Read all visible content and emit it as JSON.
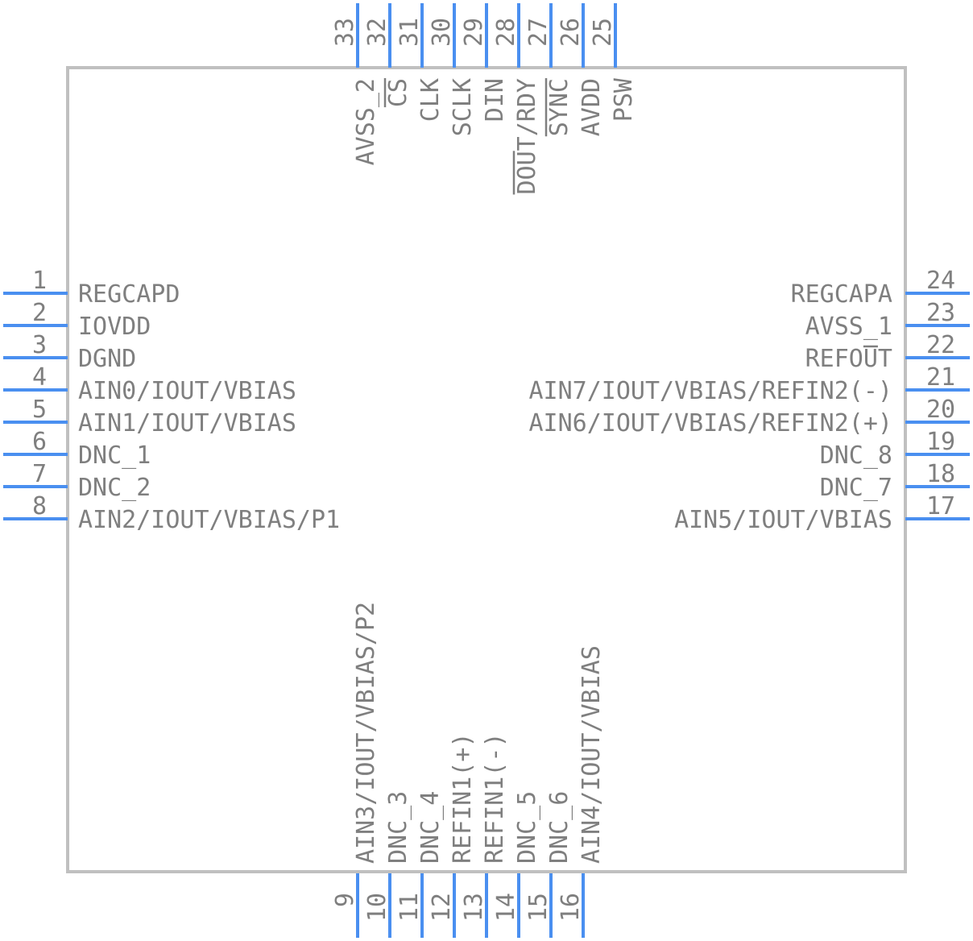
{
  "colors": {
    "pin": "#4a8ff0",
    "body": "#c0c0c0",
    "text": "#7f7f7f"
  },
  "pins": {
    "left": [
      {
        "num": "1",
        "name": "REGCAPD"
      },
      {
        "num": "2",
        "name": "IOVDD"
      },
      {
        "num": "3",
        "name": "DGND"
      },
      {
        "num": "4",
        "name": "AIN0/IOUT/VBIAS"
      },
      {
        "num": "5",
        "name": "AIN1/IOUT/VBIAS"
      },
      {
        "num": "6",
        "name": "DNC_1"
      },
      {
        "num": "7",
        "name": "DNC_2"
      },
      {
        "num": "8",
        "name": "AIN2/IOUT/VBIAS/P1"
      }
    ],
    "right": [
      {
        "num": "24",
        "name": "REGCAPA"
      },
      {
        "num": "23",
        "name": "AVSS_1"
      },
      {
        "num": "22",
        "name": "REFOUT",
        "bar": [
          4,
          5
        ]
      },
      {
        "num": "21",
        "name": "AIN7/IOUT/VBIAS/REFIN2(-)"
      },
      {
        "num": "20",
        "name": "AIN6/IOUT/VBIAS/REFIN2(+)"
      },
      {
        "num": "19",
        "name": "DNC_8"
      },
      {
        "num": "18",
        "name": "DNC_7"
      },
      {
        "num": "17",
        "name": "AIN5/IOUT/VBIAS"
      }
    ],
    "top": [
      {
        "num": "33",
        "name": "AVSS_2"
      },
      {
        "num": "32",
        "name": "CS",
        "bar": [
          0,
          2
        ]
      },
      {
        "num": "31",
        "name": "CLK"
      },
      {
        "num": "30",
        "name": "SCLK"
      },
      {
        "num": "29",
        "name": "DIN"
      },
      {
        "num": "28",
        "name": "DOUT/RDY",
        "bar": [
          5,
          8
        ]
      },
      {
        "num": "27",
        "name": "SYNC",
        "bar": [
          0,
          4
        ]
      },
      {
        "num": "26",
        "name": "AVDD"
      },
      {
        "num": "25",
        "name": "PSW"
      }
    ],
    "bottom": [
      {
        "num": "9",
        "name": "AIN3/IOUT/VBIAS/P2"
      },
      {
        "num": "10",
        "name": "DNC_3"
      },
      {
        "num": "11",
        "name": "DNC_4"
      },
      {
        "num": "12",
        "name": "REFIN1(+)"
      },
      {
        "num": "13",
        "name": "REFIN1(-)"
      },
      {
        "num": "14",
        "name": "DNC_5"
      },
      {
        "num": "15",
        "name": "DNC_6"
      },
      {
        "num": "16",
        "name": "AIN4/IOUT/VBIAS"
      }
    ]
  }
}
